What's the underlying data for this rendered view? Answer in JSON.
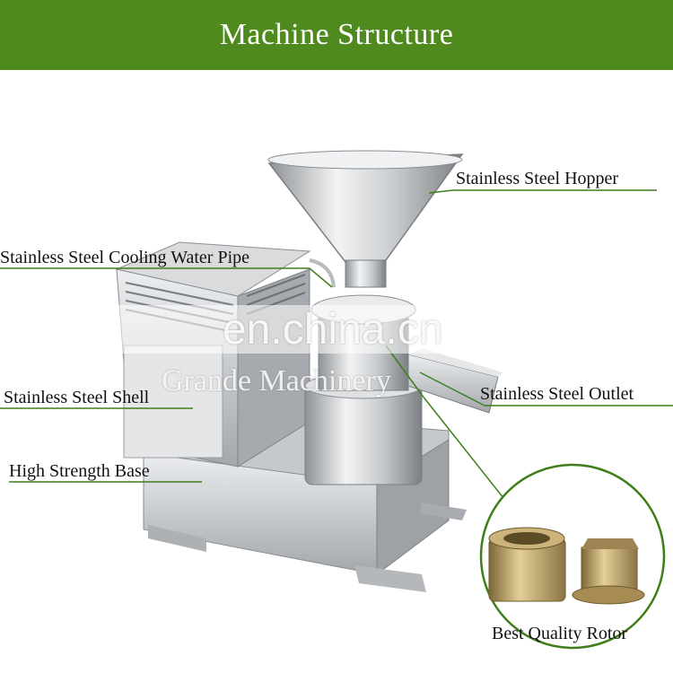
{
  "header": {
    "title": "Machine Structure",
    "background_color": "#4f8a1e"
  },
  "labels": {
    "hopper": "Stainless Steel Hopper",
    "cooling_pipe": "Stainless Steel Cooling Water Pipe",
    "shell": "Stainless Steel Shell",
    "outlet": "Stainless Steel Outlet",
    "base": "High Strength Base",
    "rotor": "Best Quality Rotor"
  },
  "watermarks": {
    "site": "en.china.cn",
    "company": "Grande Machinery"
  },
  "colors": {
    "leader_line": "#3f7f1a",
    "steel_light": "#e6e8ea",
    "steel_dark": "#8f9396",
    "rotor_bronze": "#b79a62"
  }
}
